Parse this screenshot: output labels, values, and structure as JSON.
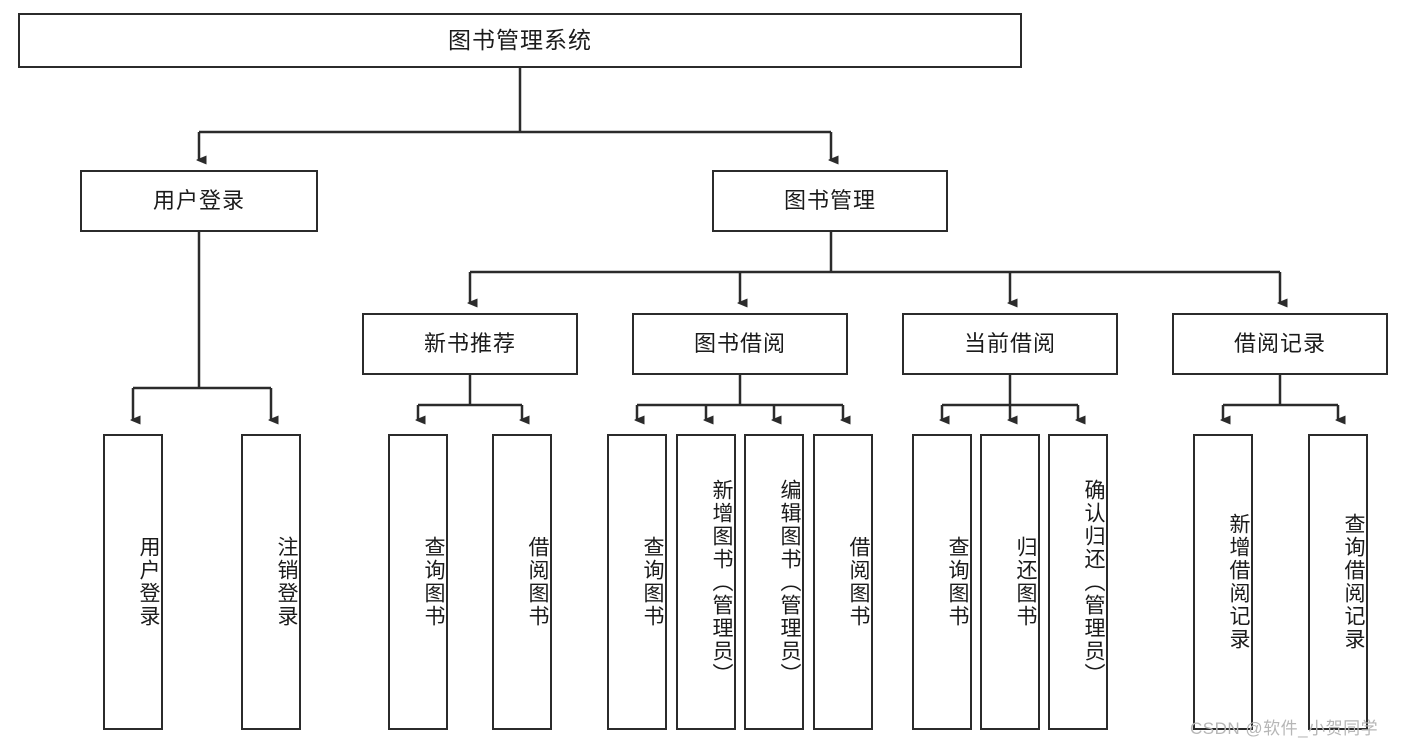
{
  "diagram": {
    "title": "图书管理系统",
    "type": "tree-hierarchy",
    "root": {
      "label": "图书管理系统"
    },
    "level1": [
      {
        "label": "用户登录"
      },
      {
        "label": "图书管理"
      }
    ],
    "level2": [
      {
        "label": "新书推荐"
      },
      {
        "label": "图书借阅"
      },
      {
        "label": "当前借阅"
      },
      {
        "label": "借阅记录"
      }
    ],
    "leaves": {
      "user_login": [
        {
          "label": "用户登录"
        },
        {
          "label": "注销登录"
        }
      ],
      "new_book_recommend": [
        {
          "label": "查询图书"
        },
        {
          "label": "借阅图书"
        }
      ],
      "book_borrow": [
        {
          "label": "查询图书"
        },
        {
          "label": "新增图书（管理员）"
        },
        {
          "label": "编辑图书（管理员）"
        },
        {
          "label": "借阅图书"
        }
      ],
      "current_borrow": [
        {
          "label": "查询图书"
        },
        {
          "label": "归还图书"
        },
        {
          "label": "确认归还（管理员）"
        }
      ],
      "borrow_record": [
        {
          "label": "新增借阅记录"
        },
        {
          "label": "查询借阅记录"
        }
      ]
    }
  },
  "watermark": {
    "text": "CSDN @软件_小贺同学"
  },
  "colors": {
    "border": "#2b2b2b",
    "background": "#ffffff",
    "text": "#1b1b1b",
    "watermark": "#b6b6b6"
  }
}
